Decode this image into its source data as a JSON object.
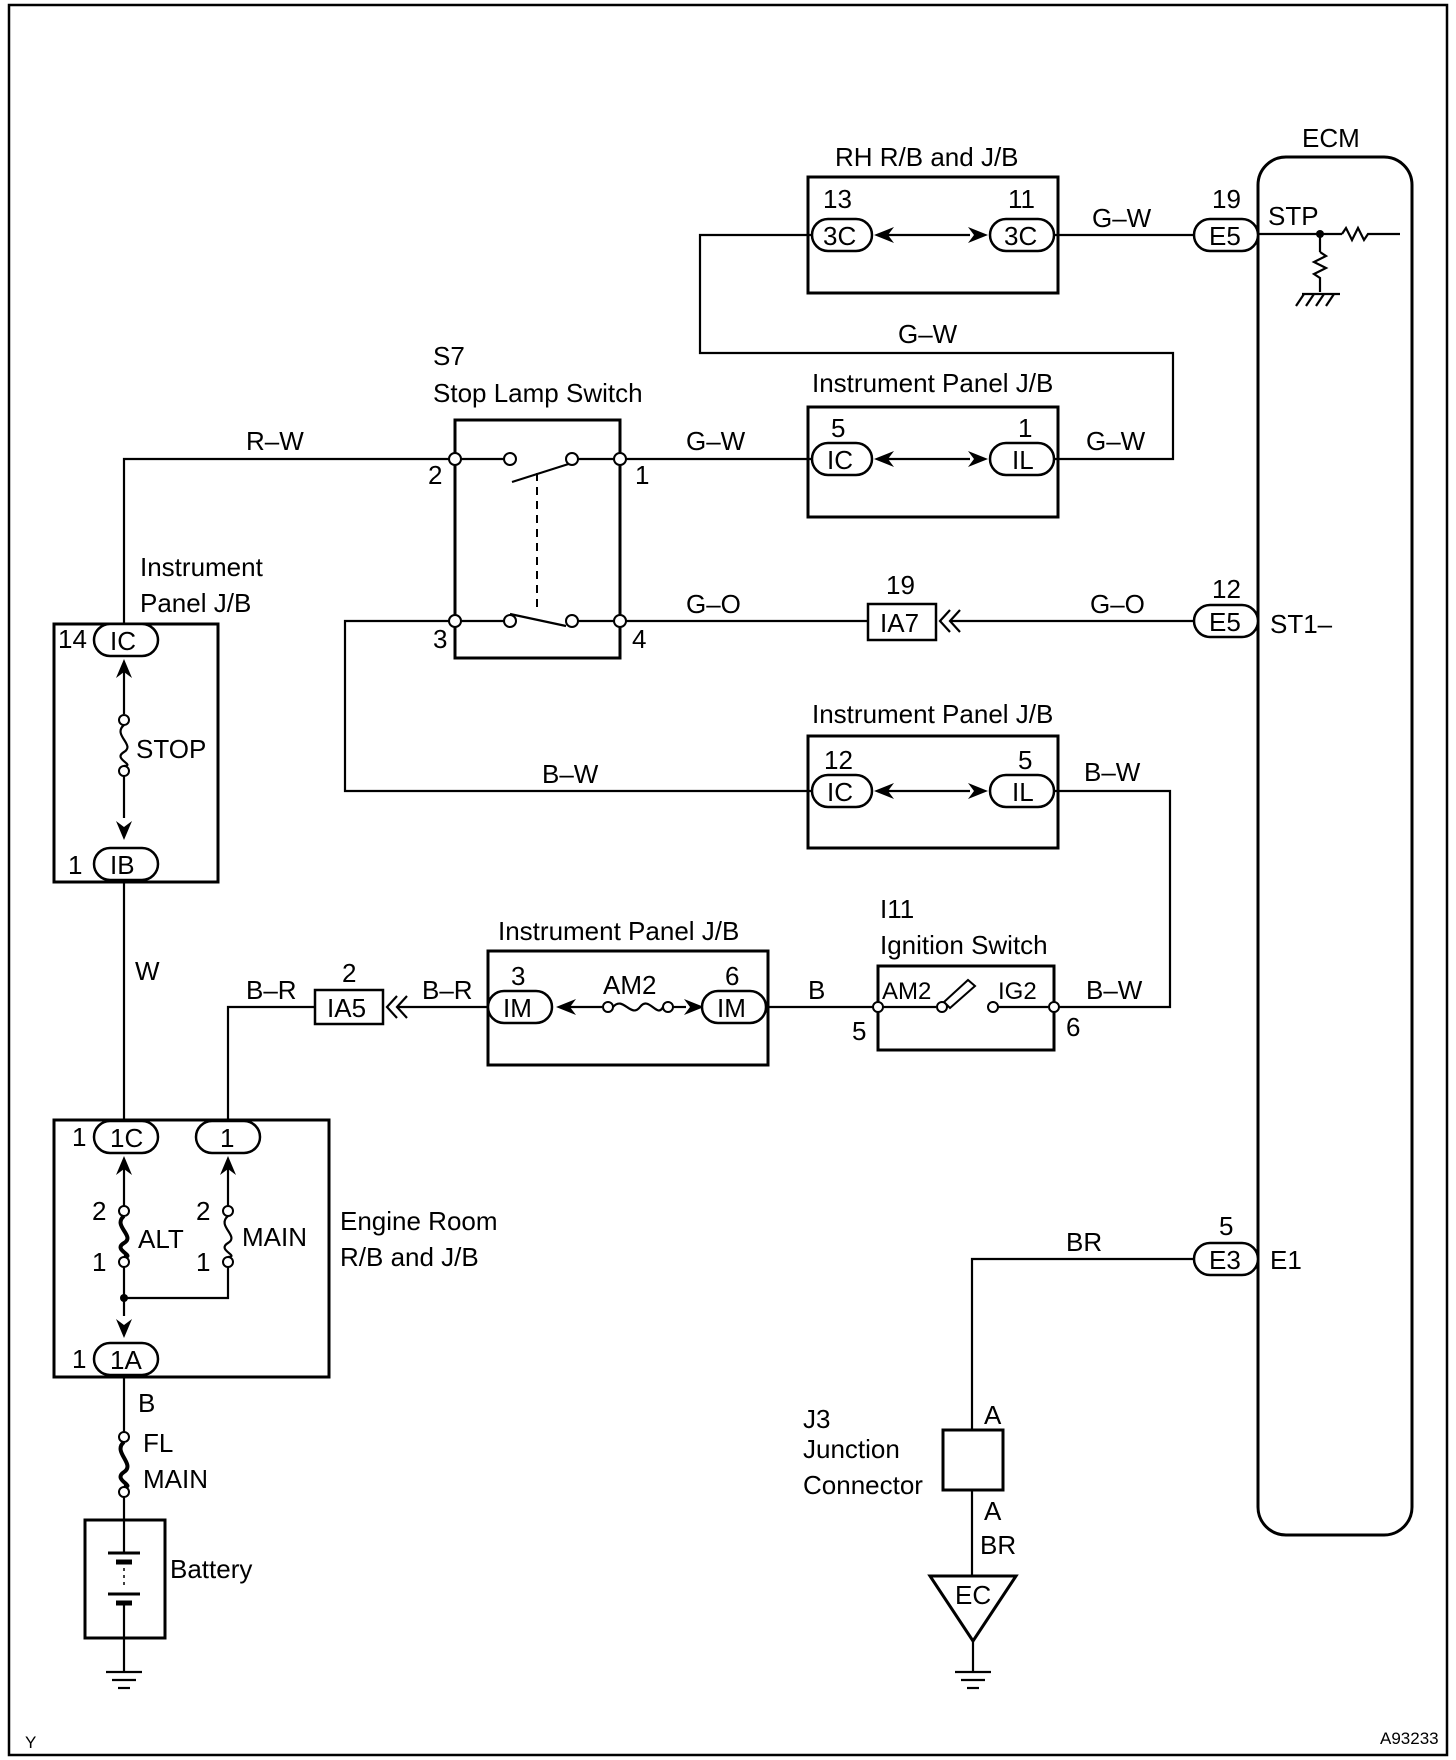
{
  "title": "",
  "ecm": {
    "label": "ECM",
    "pins": {
      "stp": "STP",
      "st1": "ST1–",
      "e1": "E1"
    }
  },
  "boxes": {
    "rh_rb": "RH R/B and J/B",
    "ip_jb_top": "Instrument Panel J/B",
    "ip_jb_mid": "Instrument Panel J/B",
    "ip_jb_am2": "Instrument Panel J/B",
    "ip_jb_left_line1": "Instrument",
    "ip_jb_left_line2": "Panel J/B",
    "engine_room_line1": "Engine Room",
    "engine_room_line2": "R/B and J/B",
    "battery": "Battery",
    "junction_line1": "Junction",
    "junction_line2": "Connector"
  },
  "components": {
    "s7_code": "S7",
    "s7_name": "Stop Lamp Switch",
    "i11_code": "I11",
    "i11_name": "Ignition Switch",
    "j3_code": "J3"
  },
  "connectors": {
    "rh_left": "3C",
    "rh_left_pin": "13",
    "rh_right": "3C",
    "rh_right_pin": "11",
    "ecm_e5_top": "E5",
    "ecm_e5_top_pin": "19",
    "ip_top_ic": "IC",
    "ip_top_ic_pin": "5",
    "ip_top_il": "IL",
    "ip_top_il_pin": "1",
    "ia7": "IA7",
    "ia7_pin": "19",
    "ecm_e5_mid": "E5",
    "ecm_e5_mid_pin": "12",
    "ip_mid_ic": "IC",
    "ip_mid_ic_pin": "12",
    "ip_mid_il": "IL",
    "ip_mid_il_pin": "5",
    "left_ic": "IC",
    "left_ic_pin": "14",
    "left_ib": "IB",
    "left_ib_pin": "1",
    "ia5": "IA5",
    "ia5_pin": "2",
    "am2_im_left": "IM",
    "am2_im_left_pin": "3",
    "am2_im_right": "IM",
    "am2_im_right_pin": "6",
    "er_1c": "1C",
    "er_1c_pin": "1",
    "er_1": "1",
    "er_1a": "1A",
    "er_1a_pin": "1",
    "ecm_e3": "E3",
    "ecm_e3_pin": "5",
    "ec": "EC"
  },
  "fuses": {
    "stop": "STOP",
    "am2": "AM2",
    "alt": "ALT",
    "main": "MAIN",
    "fl_line1": "FL",
    "fl_line2": "MAIN"
  },
  "switch_pins": {
    "s7_2": "2",
    "s7_1": "1",
    "s7_3": "3",
    "s7_4": "4",
    "ig_5": "5",
    "ig_6": "6",
    "ig_am2": "AM2",
    "ig_ig2": "IG2"
  },
  "fuse_pins": {
    "alt_2": "2",
    "alt_1": "1",
    "main_2": "2",
    "main_1": "1"
  },
  "junction_pins": {
    "a_top": "A",
    "a_bot": "A"
  },
  "wires": {
    "gw_rh_ecm": "G–W",
    "gw_loop": "G–W",
    "gw_s7": "G–W",
    "gw_ip_out": "G–W",
    "rw": "R–W",
    "go_left": "G–O",
    "go_right": "G–O",
    "bw_left": "B–W",
    "bw_right": "B–W",
    "bw_ig": "B–W",
    "w": "W",
    "br_left": "B–R",
    "br_right": "B–R",
    "b_ig": "B",
    "br_ecm": "BR",
    "br_ground": "BR",
    "b_battery": "B"
  },
  "corner": {
    "left": "Y",
    "right": "A93233"
  }
}
